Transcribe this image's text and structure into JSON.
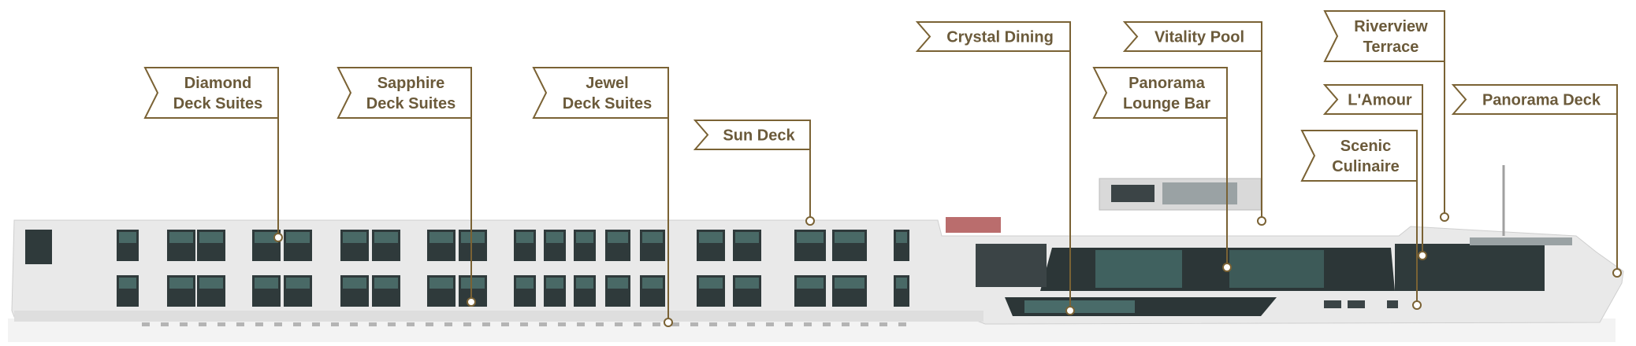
{
  "colors": {
    "accent": "#7a6234",
    "label_text": "#6b5a3a",
    "hull": "#e9e9e9",
    "window": "#2f3a3b",
    "glass": "#5e8f8a"
  },
  "callouts": [
    {
      "id": "diamond",
      "lines": [
        "Diamond",
        "Deck Suites"
      ]
    },
    {
      "id": "sapphire",
      "lines": [
        "Sapphire",
        "Deck Suites"
      ]
    },
    {
      "id": "jewel",
      "lines": [
        "Jewel",
        "Deck Suites"
      ]
    },
    {
      "id": "sun",
      "lines": [
        "Sun Deck"
      ]
    },
    {
      "id": "crystal",
      "lines": [
        "Crystal Dining"
      ]
    },
    {
      "id": "vitality",
      "lines": [
        "Vitality Pool"
      ]
    },
    {
      "id": "panorama-lounge",
      "lines": [
        "Panorama",
        "Lounge Bar"
      ]
    },
    {
      "id": "riverview",
      "lines": [
        "Riverview",
        "Terrace"
      ]
    },
    {
      "id": "lamour",
      "lines": [
        "L'Amour"
      ]
    },
    {
      "id": "panorama-deck",
      "lines": [
        "Panorama Deck"
      ]
    },
    {
      "id": "scenic",
      "lines": [
        "Scenic",
        "Culinaire"
      ]
    }
  ]
}
